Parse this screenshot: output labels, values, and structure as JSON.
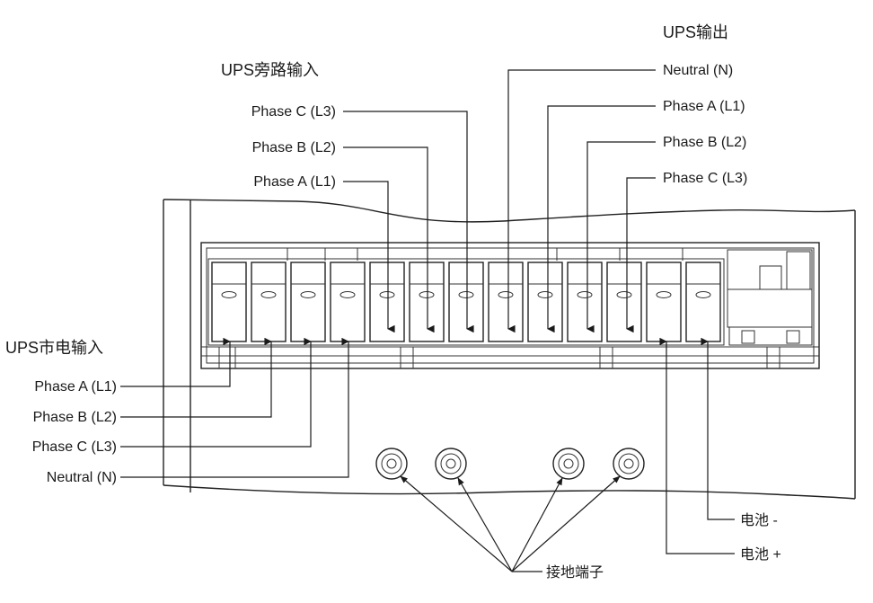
{
  "groups": {
    "ups_output": "UPS输出",
    "bypass_input": "UPS旁路输入",
    "mains_input": "UPS市电输入"
  },
  "output_labels": [
    "Neutral (N)",
    "Phase A (L1)",
    "Phase B (L2)",
    "Phase C (L3)"
  ],
  "bypass_labels": [
    "Phase C (L3)",
    "Phase B (L2)",
    "Phase A (L1)"
  ],
  "mains_labels": [
    "Phase A (L1)",
    "Phase B (L2)",
    "Phase C (L3)",
    "Neutral (N)"
  ],
  "battery": {
    "negative": "电池 -",
    "positive": "电池 +"
  },
  "ground": "接地端子"
}
